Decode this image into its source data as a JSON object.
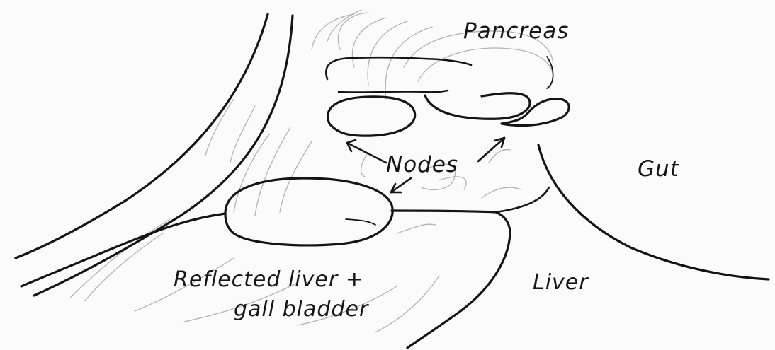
{
  "labels": {
    "pancreas": "Pancreas",
    "nodes": "Nodes",
    "gut": "Gut",
    "reflected_line1": "Reflected liver +",
    "reflected_line2": "gall bladder",
    "liver": "Liver"
  },
  "colors": {
    "ink": "#141414",
    "ghost_ink": "#9a9a9a",
    "paper": "#fbfbfb"
  }
}
